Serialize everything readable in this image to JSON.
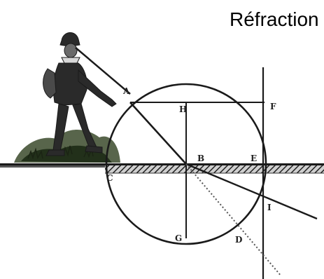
{
  "title": "Réfraction",
  "point_labels": {
    "a": "A",
    "h": "H",
    "f": "F",
    "b": "B",
    "e": "E",
    "c": "C",
    "i": "I",
    "d": "D",
    "g": "G"
  },
  "colors": {
    "ink": "#1a1a1a",
    "water": "#3a3a3a",
    "ground": "#2c3a22",
    "background": "#ffffff"
  }
}
